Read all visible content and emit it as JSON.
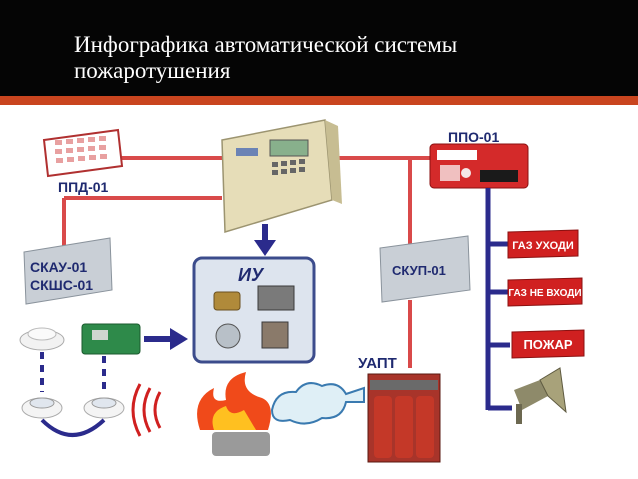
{
  "title": "Инфографика автоматической системы пожаротушения",
  "labels": {
    "ppd": "ППД-01",
    "ppo": "ППО-01",
    "skau": "СКАУ-01",
    "skshs": "СКШС-01",
    "iu": "ИУ",
    "skup": "СКУП-01",
    "uapt": "УАПТ"
  },
  "signals": [
    "ГАЗ УХОДИ",
    "ГАЗ НЕ ВХОДИ",
    "ПОЖАР"
  ],
  "colors": {
    "header": "#050505",
    "accent": "#c9451f",
    "line": "#d94a4a",
    "blue_line": "#2b2b8c",
    "signal_bg": "#d02020"
  }
}
